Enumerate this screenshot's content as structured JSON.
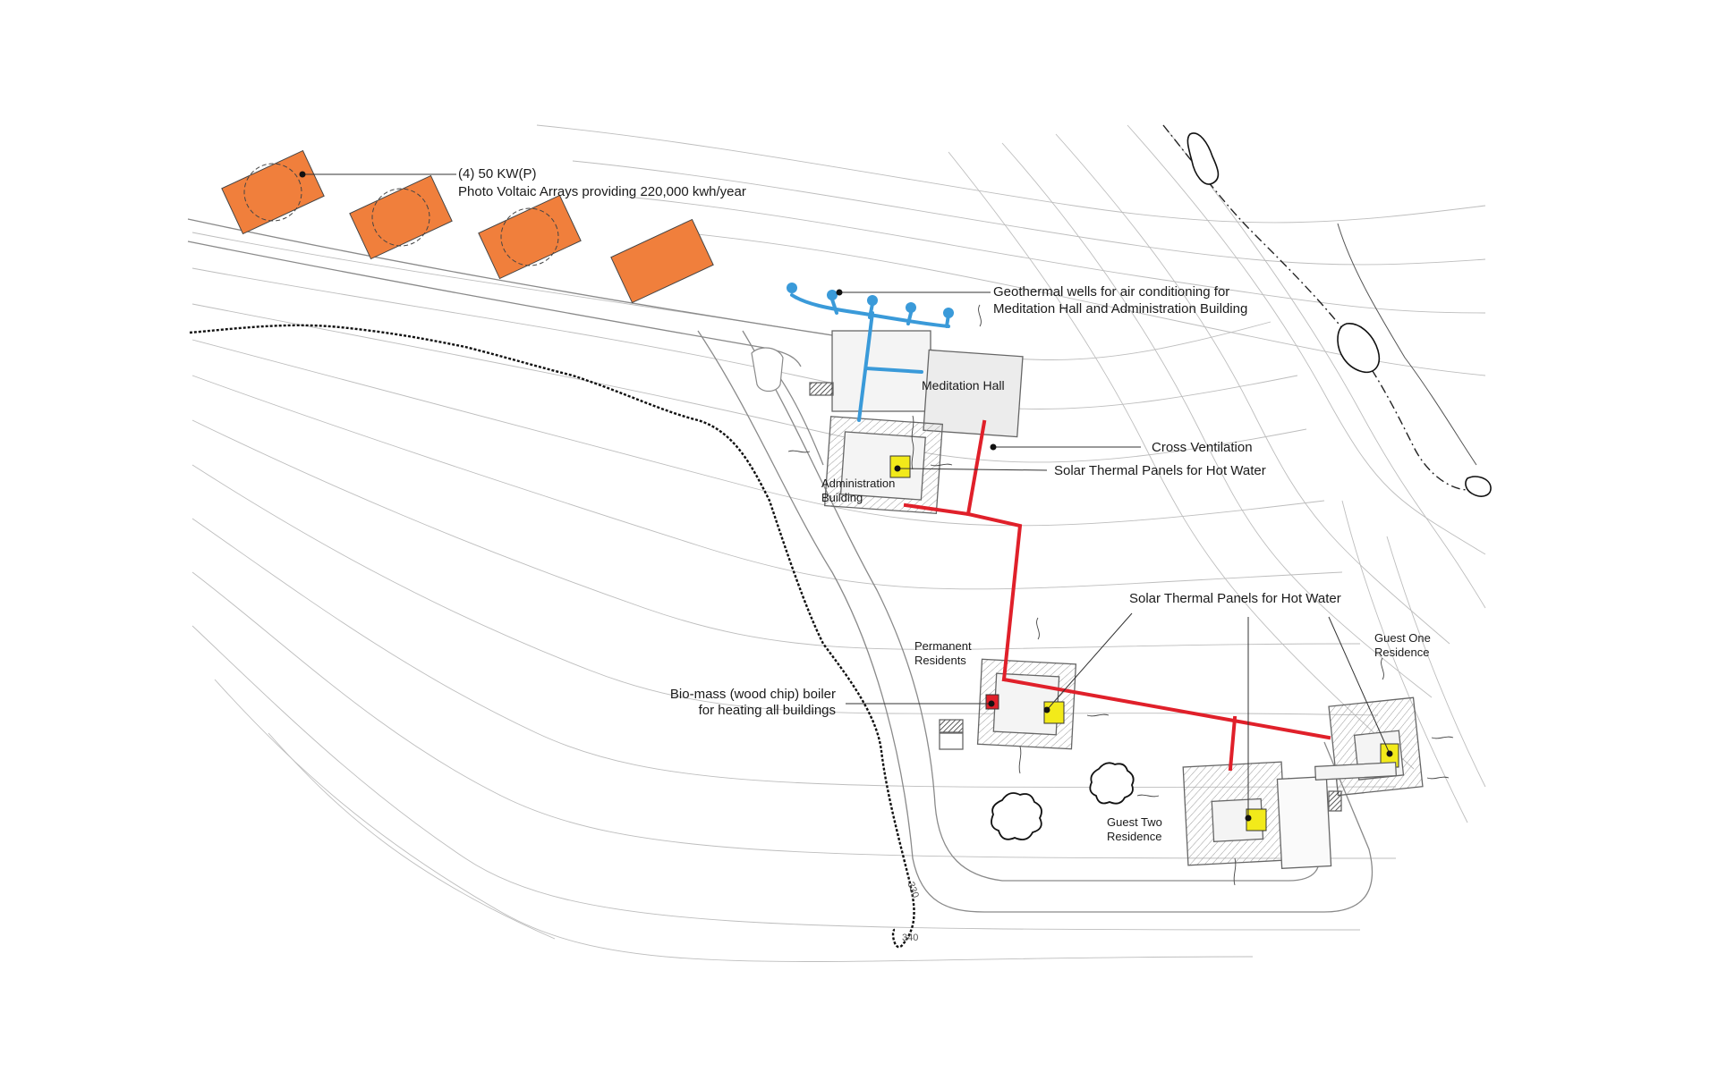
{
  "colors": {
    "pv_array": "#f07f3c",
    "geothermal_line": "#3a9ad9",
    "heating_line": "#e0202a",
    "solar_panel": "#f2ea1a",
    "building_fill": "#ececec",
    "building_stroke": "#666666",
    "contour": "#b9b9b9",
    "text": "#1a1a1a"
  },
  "callouts": {
    "pv_count": "(4) 50 KW(P)",
    "pv_output": "Photo Voltaic Arrays providing 220,000 kwh/year",
    "geothermal_line1": "Geothermal wells for air conditioning for",
    "geothermal_line2": "Meditation Hall and Administration Building",
    "cross_ventilation": "Cross Ventilation",
    "solar_thermal_upper": "Solar Thermal Panels for Hot Water",
    "solar_thermal_lower": "Solar Thermal Panels for Hot Water",
    "biomass_line1": "Bio-mass (wood chip) boiler",
    "biomass_line2": "for heating all buildings"
  },
  "buildings": {
    "meditation_hall": "Meditation Hall",
    "admin_line1": "Administration",
    "admin_line2": "Building",
    "permanent_line1": "Permanent",
    "permanent_line2": "Residents",
    "guest_one_line1": "Guest One",
    "guest_one_line2": "Residence",
    "guest_two_line1": "Guest Two",
    "guest_two_line2": "Residence"
  },
  "elevations": {
    "e330": "330",
    "e340": "340"
  },
  "icons": [
    "pv-array-icon",
    "geothermal-well-icon",
    "solar-panel-icon",
    "boiler-icon",
    "tree-icon",
    "airflow-arrow-icon"
  ]
}
